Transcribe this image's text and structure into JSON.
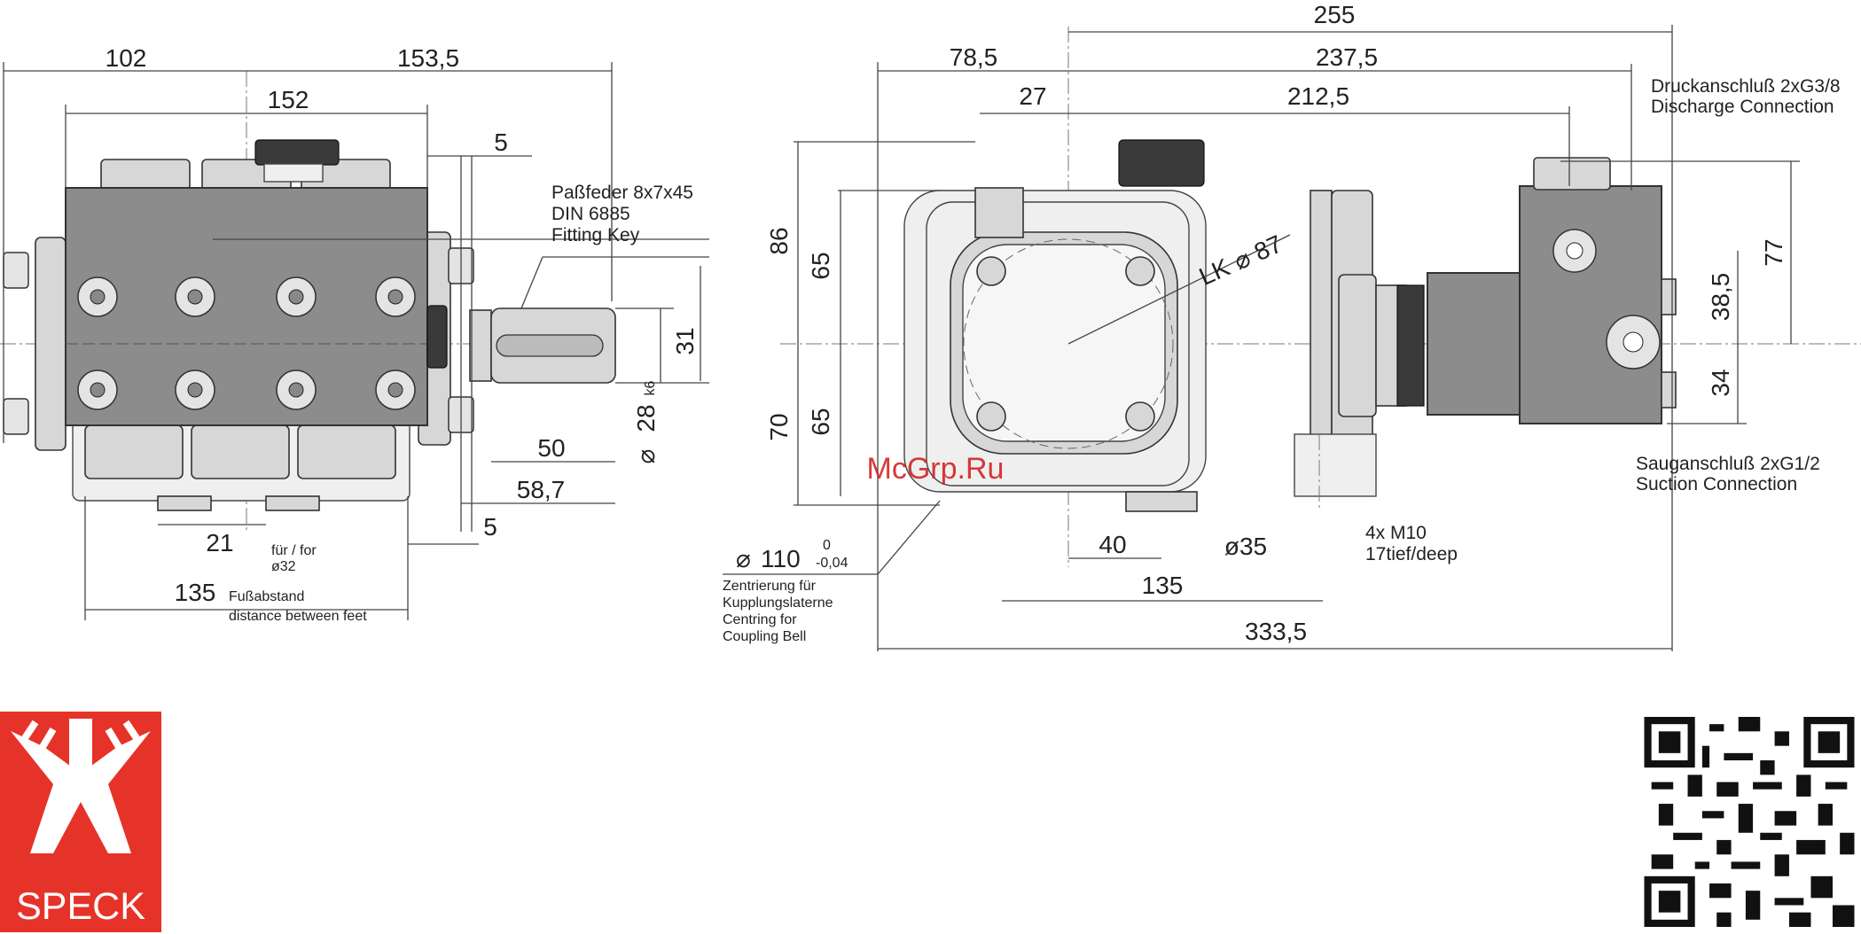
{
  "left_view": {
    "dims": {
      "d102": "102",
      "d153_5": "153,5",
      "d152": "152",
      "d5_top": "5",
      "d31": "31",
      "d28": "28",
      "d28_fit": "k6",
      "d50": "50",
      "d58_7": "58,7",
      "d5_bottom": "5",
      "d21": "21",
      "d135": "135"
    },
    "key_note": [
      "Paßfeder 8x7x45",
      "DIN 6885",
      "Fitting Key"
    ],
    "d21_note": [
      "für / for",
      "ø32"
    ],
    "feet_note": [
      "Fußabstand",
      "distance between feet"
    ]
  },
  "right_view": {
    "dims": {
      "d255": "255",
      "d78_5": "78,5",
      "d237_5": "237,5",
      "d27": "27",
      "d212_5": "212,5",
      "d86": "86",
      "d65_top": "65",
      "d70": "70",
      "d65_bottom": "65",
      "d77": "77",
      "d38_5": "38,5",
      "d34": "34",
      "lk": "LK",
      "lk_val": "87",
      "d110": "110",
      "d110_upper": "0",
      "d110_lower": "-0,04",
      "d40": "40",
      "d35": "ø35",
      "d135": "135",
      "d333_5": "333,5"
    },
    "discharge_note": [
      "Druckanschluß 2xG3/8",
      "Discharge Connection"
    ],
    "suction_note": [
      "Sauganschluß 2xG1/2",
      "Suction Connection"
    ],
    "m10_note": [
      "4x M10",
      "17tief/deep"
    ],
    "centring_note": [
      "Zentrierung für",
      "Kupplungslaterne",
      "Centring for",
      "Coupling Bell"
    ]
  },
  "watermark": "McGrp.Ru",
  "logo": {
    "text": "SPECK",
    "color": "#e63329"
  },
  "qr_code": {
    "icon": "qr-code-icon"
  }
}
